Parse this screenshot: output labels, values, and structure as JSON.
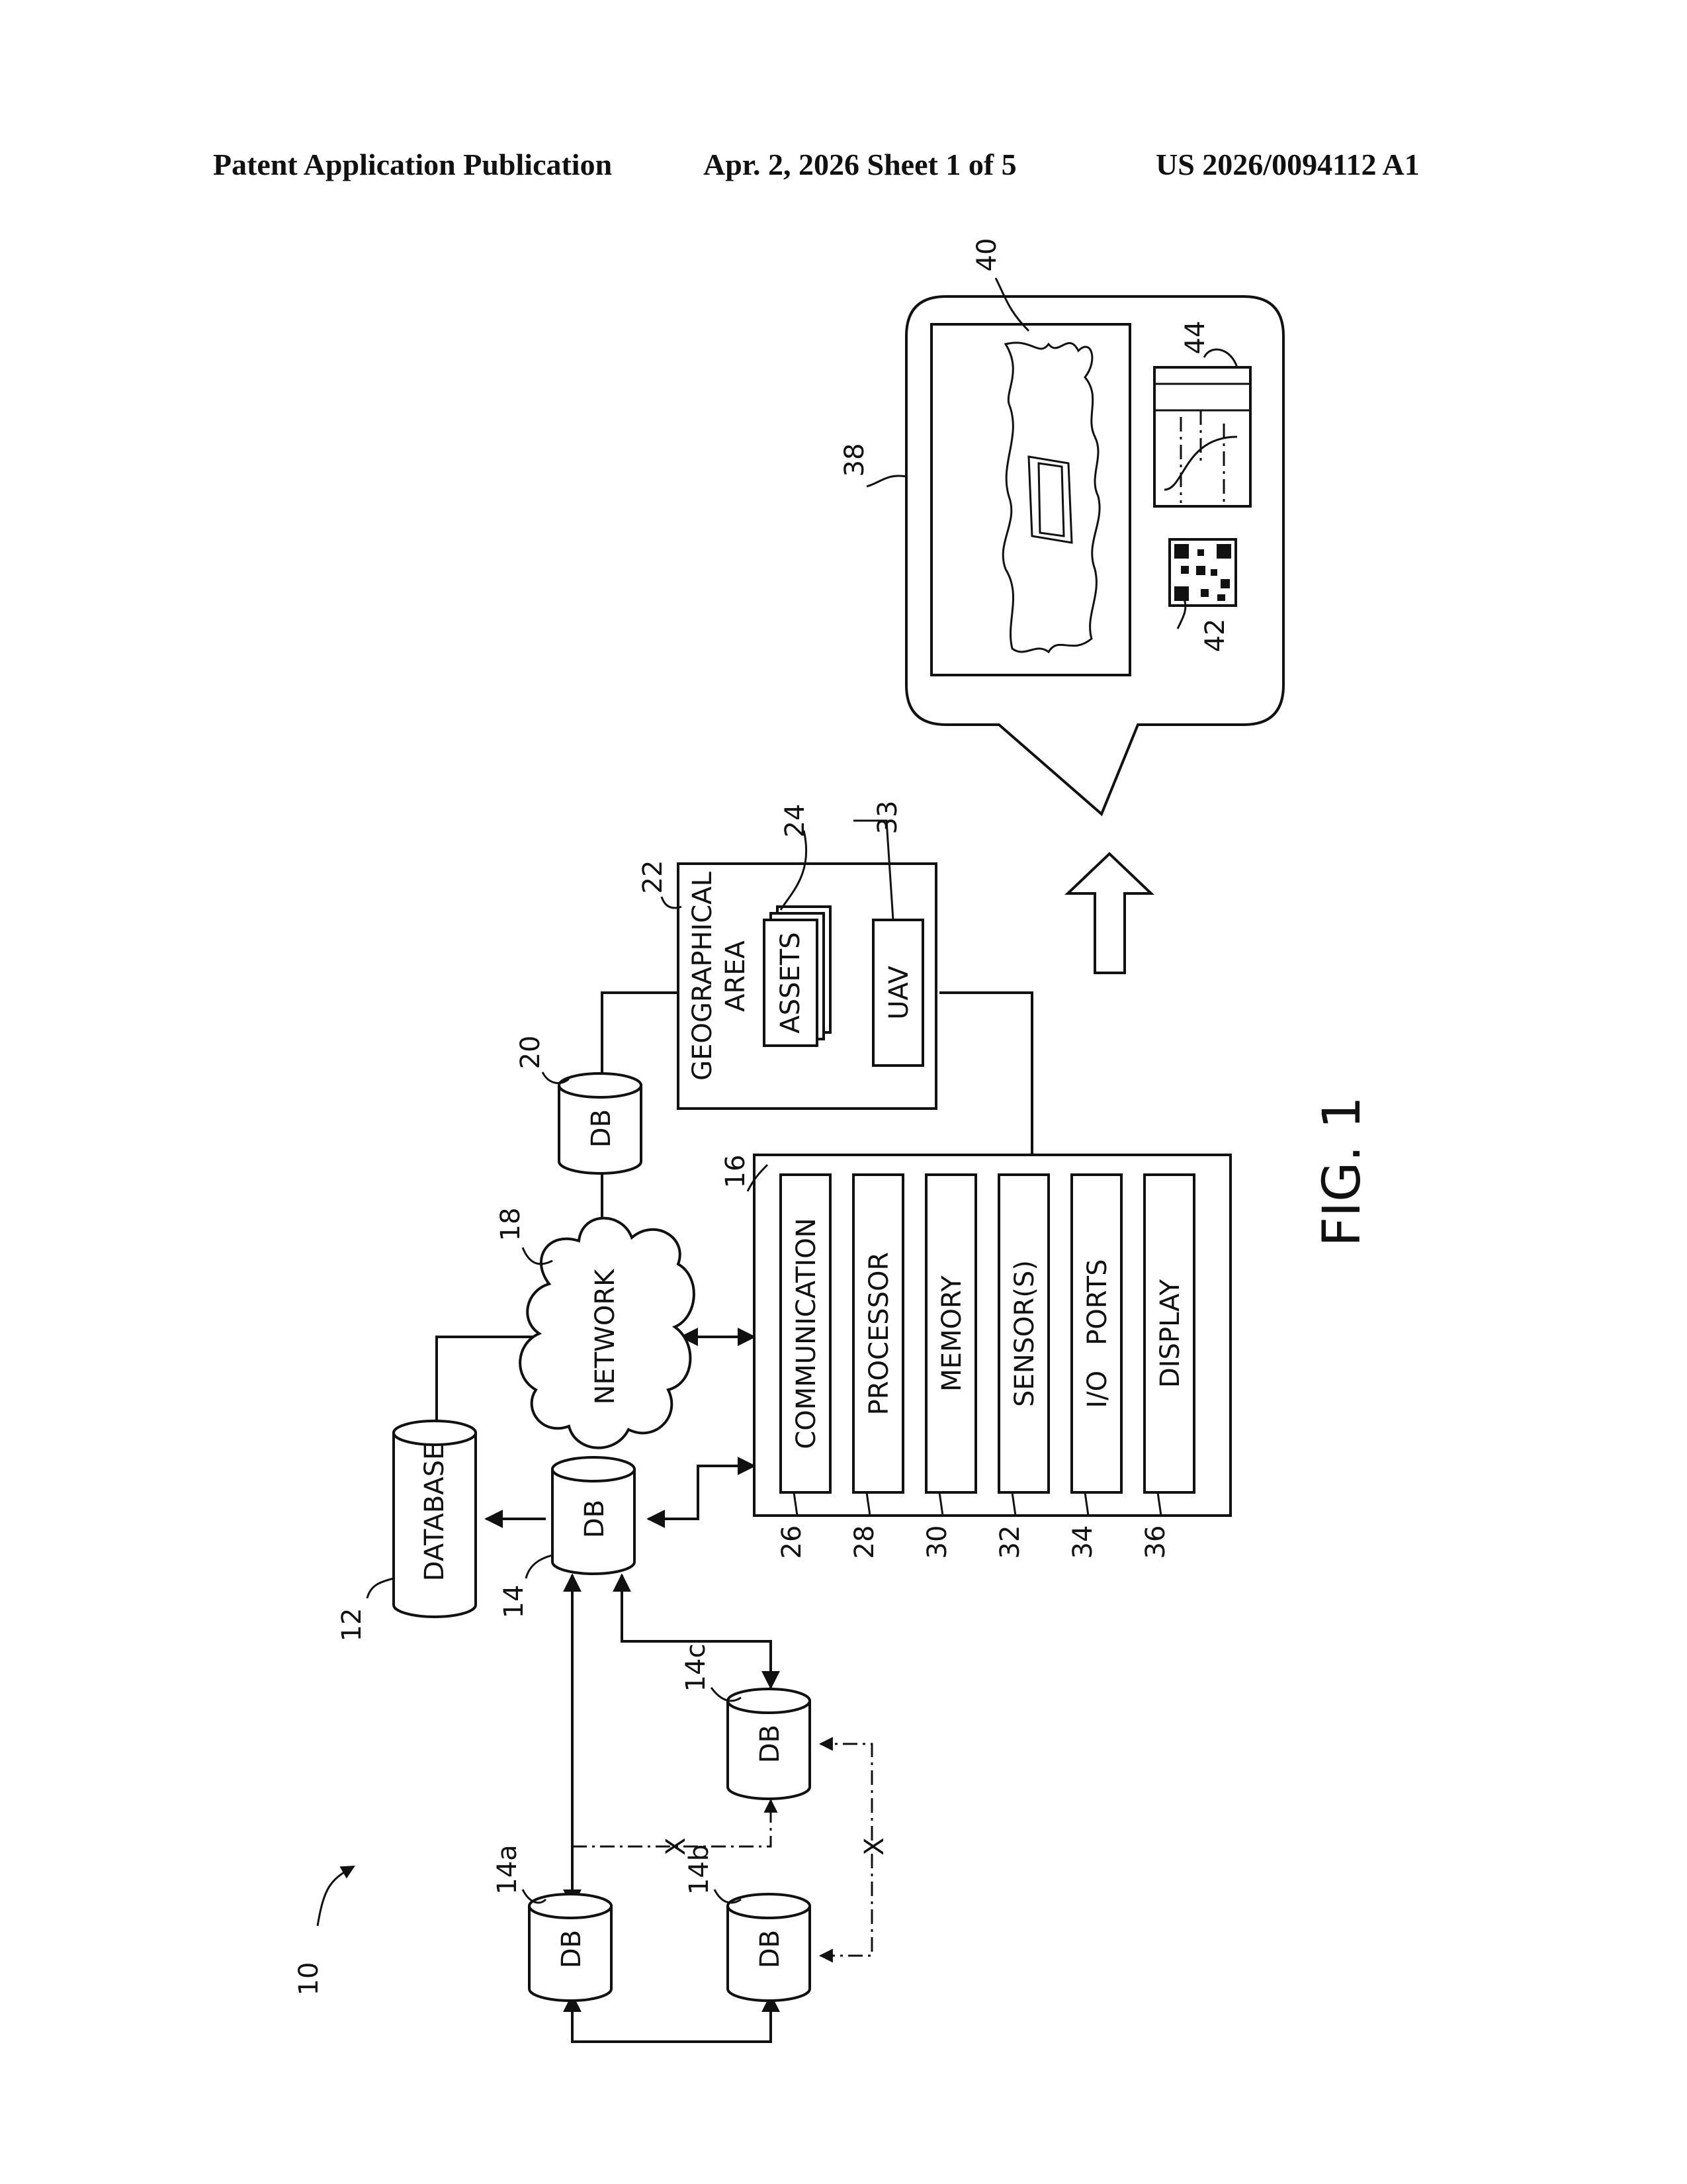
{
  "header": {
    "left": "Patent Application Publication",
    "center": "Apr. 2, 2026   Sheet 1 of 5",
    "right": "US 2026/0094112 A1"
  },
  "figure": {
    "caption": "FIG. 1",
    "refs": {
      "r10": "10",
      "r12": "12",
      "r14": "14",
      "r14a": "14a",
      "r14b": "14b",
      "r14c": "14c",
      "r16": "16",
      "r18": "18",
      "r20": "20",
      "r22": "22",
      "r24": "24",
      "r26": "26",
      "r28": "28",
      "r30": "30",
      "r32": "32",
      "r33": "33",
      "r34": "34",
      "r36": "36",
      "r38": "38",
      "r40": "40",
      "r42": "42",
      "r44": "44"
    },
    "labels": {
      "database": "DATABASE",
      "db": "DB",
      "network": "NETWORK",
      "communication": "COMMUNICATION",
      "processor": "PROCESSOR",
      "memory": "MEMORY",
      "sensors": "SENSOR(S)",
      "io_ports": "I/O   PORTS",
      "display": "DISPLAY",
      "geo_line1": "GEOGRAPHICAL",
      "geo_line2": "AREA",
      "assets": "ASSETS",
      "uav": "UAV",
      "x_mark": "X"
    }
  }
}
